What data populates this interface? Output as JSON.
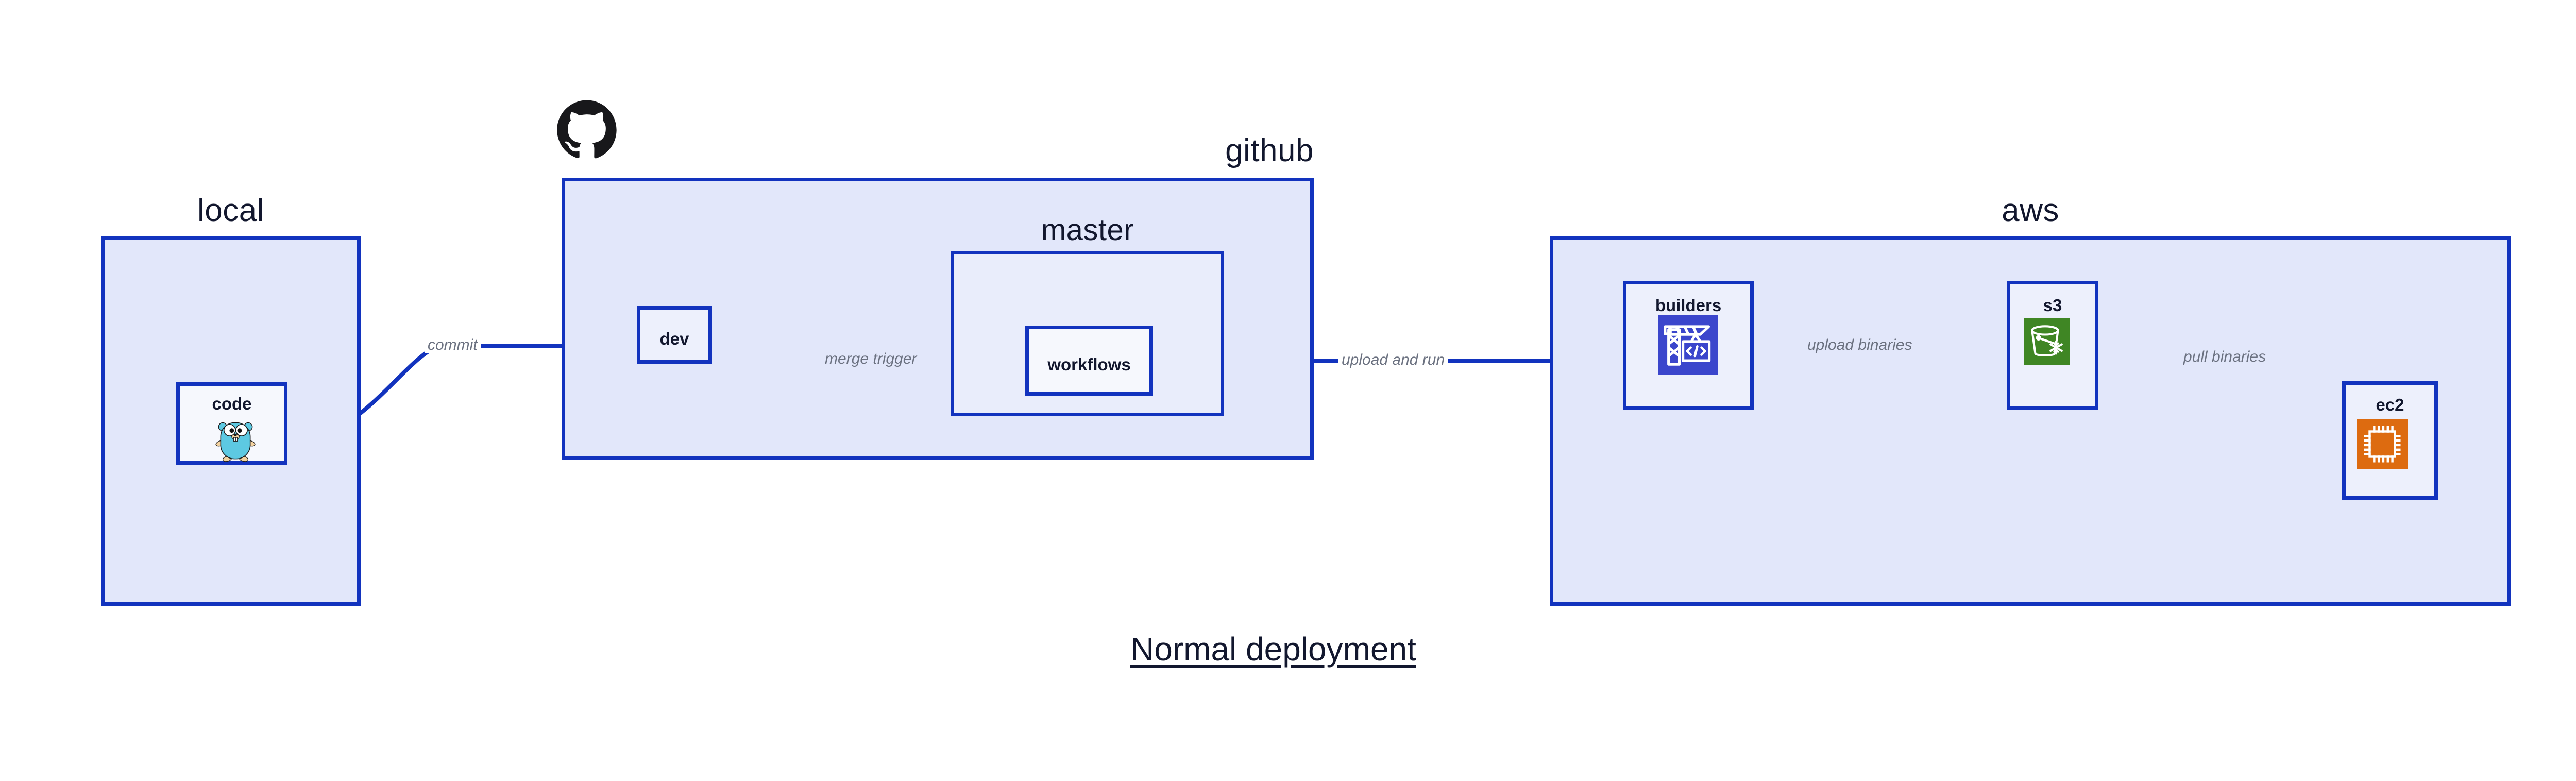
{
  "diagram": {
    "title": "Normal deployment",
    "background": "#ffffff",
    "accent_border": "#1233BE",
    "group_fill": "#E2E7FA",
    "node_fill": "#EDF0FC",
    "label_color": "#6B7180",
    "text_color": "#12172E"
  },
  "groups": [
    {
      "id": "local",
      "label": "local",
      "label_align": "center"
    },
    {
      "id": "github",
      "label": "github",
      "label_align": "right"
    },
    {
      "id": "aws",
      "label": "aws",
      "label_align": "center"
    }
  ],
  "subgroups": [
    {
      "id": "master",
      "label": "master",
      "parent": "github"
    }
  ],
  "nodes": [
    {
      "id": "code",
      "label": "code",
      "group": "local",
      "icon": "go-gopher-icon",
      "icon_color": "#5DC9E2"
    },
    {
      "id": "dev",
      "label": "dev",
      "group": "github",
      "icon": null,
      "icon_color": null
    },
    {
      "id": "workflows",
      "label": "workflows",
      "group": "master",
      "icon": null,
      "icon_color": null
    },
    {
      "id": "builders",
      "label": "builders",
      "group": "aws",
      "icon": "crane-code-icon",
      "icon_color": "#3B46CC"
    },
    {
      "id": "s3",
      "label": "s3",
      "group": "aws",
      "icon": "s3-bucket-icon",
      "icon_color": "#3F8624"
    },
    {
      "id": "ec2",
      "label": "ec2",
      "group": "aws",
      "icon": "cpu-chip-icon",
      "icon_color": "#DD6B10"
    }
  ],
  "edges": [
    {
      "id": "commit",
      "from": "code",
      "to": "dev",
      "label": "commit"
    },
    {
      "id": "merge-trigger",
      "from": "dev",
      "to": "workflows",
      "label": "merge trigger"
    },
    {
      "id": "upload-and-run",
      "from": "workflows",
      "to": "builders",
      "label": "upload and run"
    },
    {
      "id": "upload-binaries",
      "from": "builders",
      "to": "s3",
      "label": "upload binaries"
    },
    {
      "id": "pull-binaries",
      "from": "s3",
      "to": "ec2",
      "label": "pull binaries"
    }
  ],
  "logos": [
    {
      "id": "github-octocat",
      "name": "github-logo-icon",
      "color": "#18181B"
    }
  ]
}
